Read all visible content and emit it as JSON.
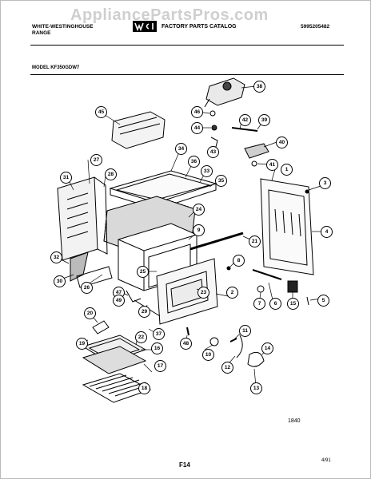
{
  "header": {
    "watermark": "AppliancePartsPros.com",
    "brand_line1": "WHITE-WESTINGHOUSE",
    "brand_line2": "RANGE",
    "catalog_title": "FACTORY PARTS CATALOG",
    "catalog_number": "5995205482",
    "model_label": "MODEL KF350GDW7"
  },
  "callouts": [
    "1",
    "2",
    "3",
    "4",
    "5",
    "6",
    "7",
    "8",
    "9",
    "10",
    "11",
    "12",
    "13",
    "14",
    "15",
    "16",
    "17",
    "18",
    "19",
    "20",
    "21",
    "22",
    "23",
    "24",
    "25",
    "26",
    "27",
    "28",
    "29",
    "30",
    "31",
    "32",
    "33",
    "34",
    "35",
    "36",
    "37",
    "38",
    "39",
    "40",
    "41",
    "42",
    "43",
    "44",
    "45",
    "46",
    "47",
    "48",
    "49"
  ],
  "footer": {
    "drawing_number": "1840",
    "page_code": "F14",
    "date": "4/91"
  }
}
